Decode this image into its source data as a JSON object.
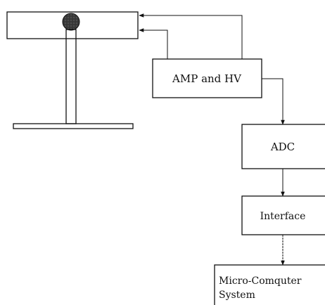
{
  "diagram": {
    "blocks": {
      "amp_hv": "AMP and HV",
      "adc": "ADC",
      "interface": "Interface",
      "micro_line1": "Micro-Comquter",
      "micro_line2": "System"
    },
    "colors": {
      "stroke": "#111111",
      "detector_ball": "#3a3a3a",
      "background": "#ffffff"
    }
  }
}
